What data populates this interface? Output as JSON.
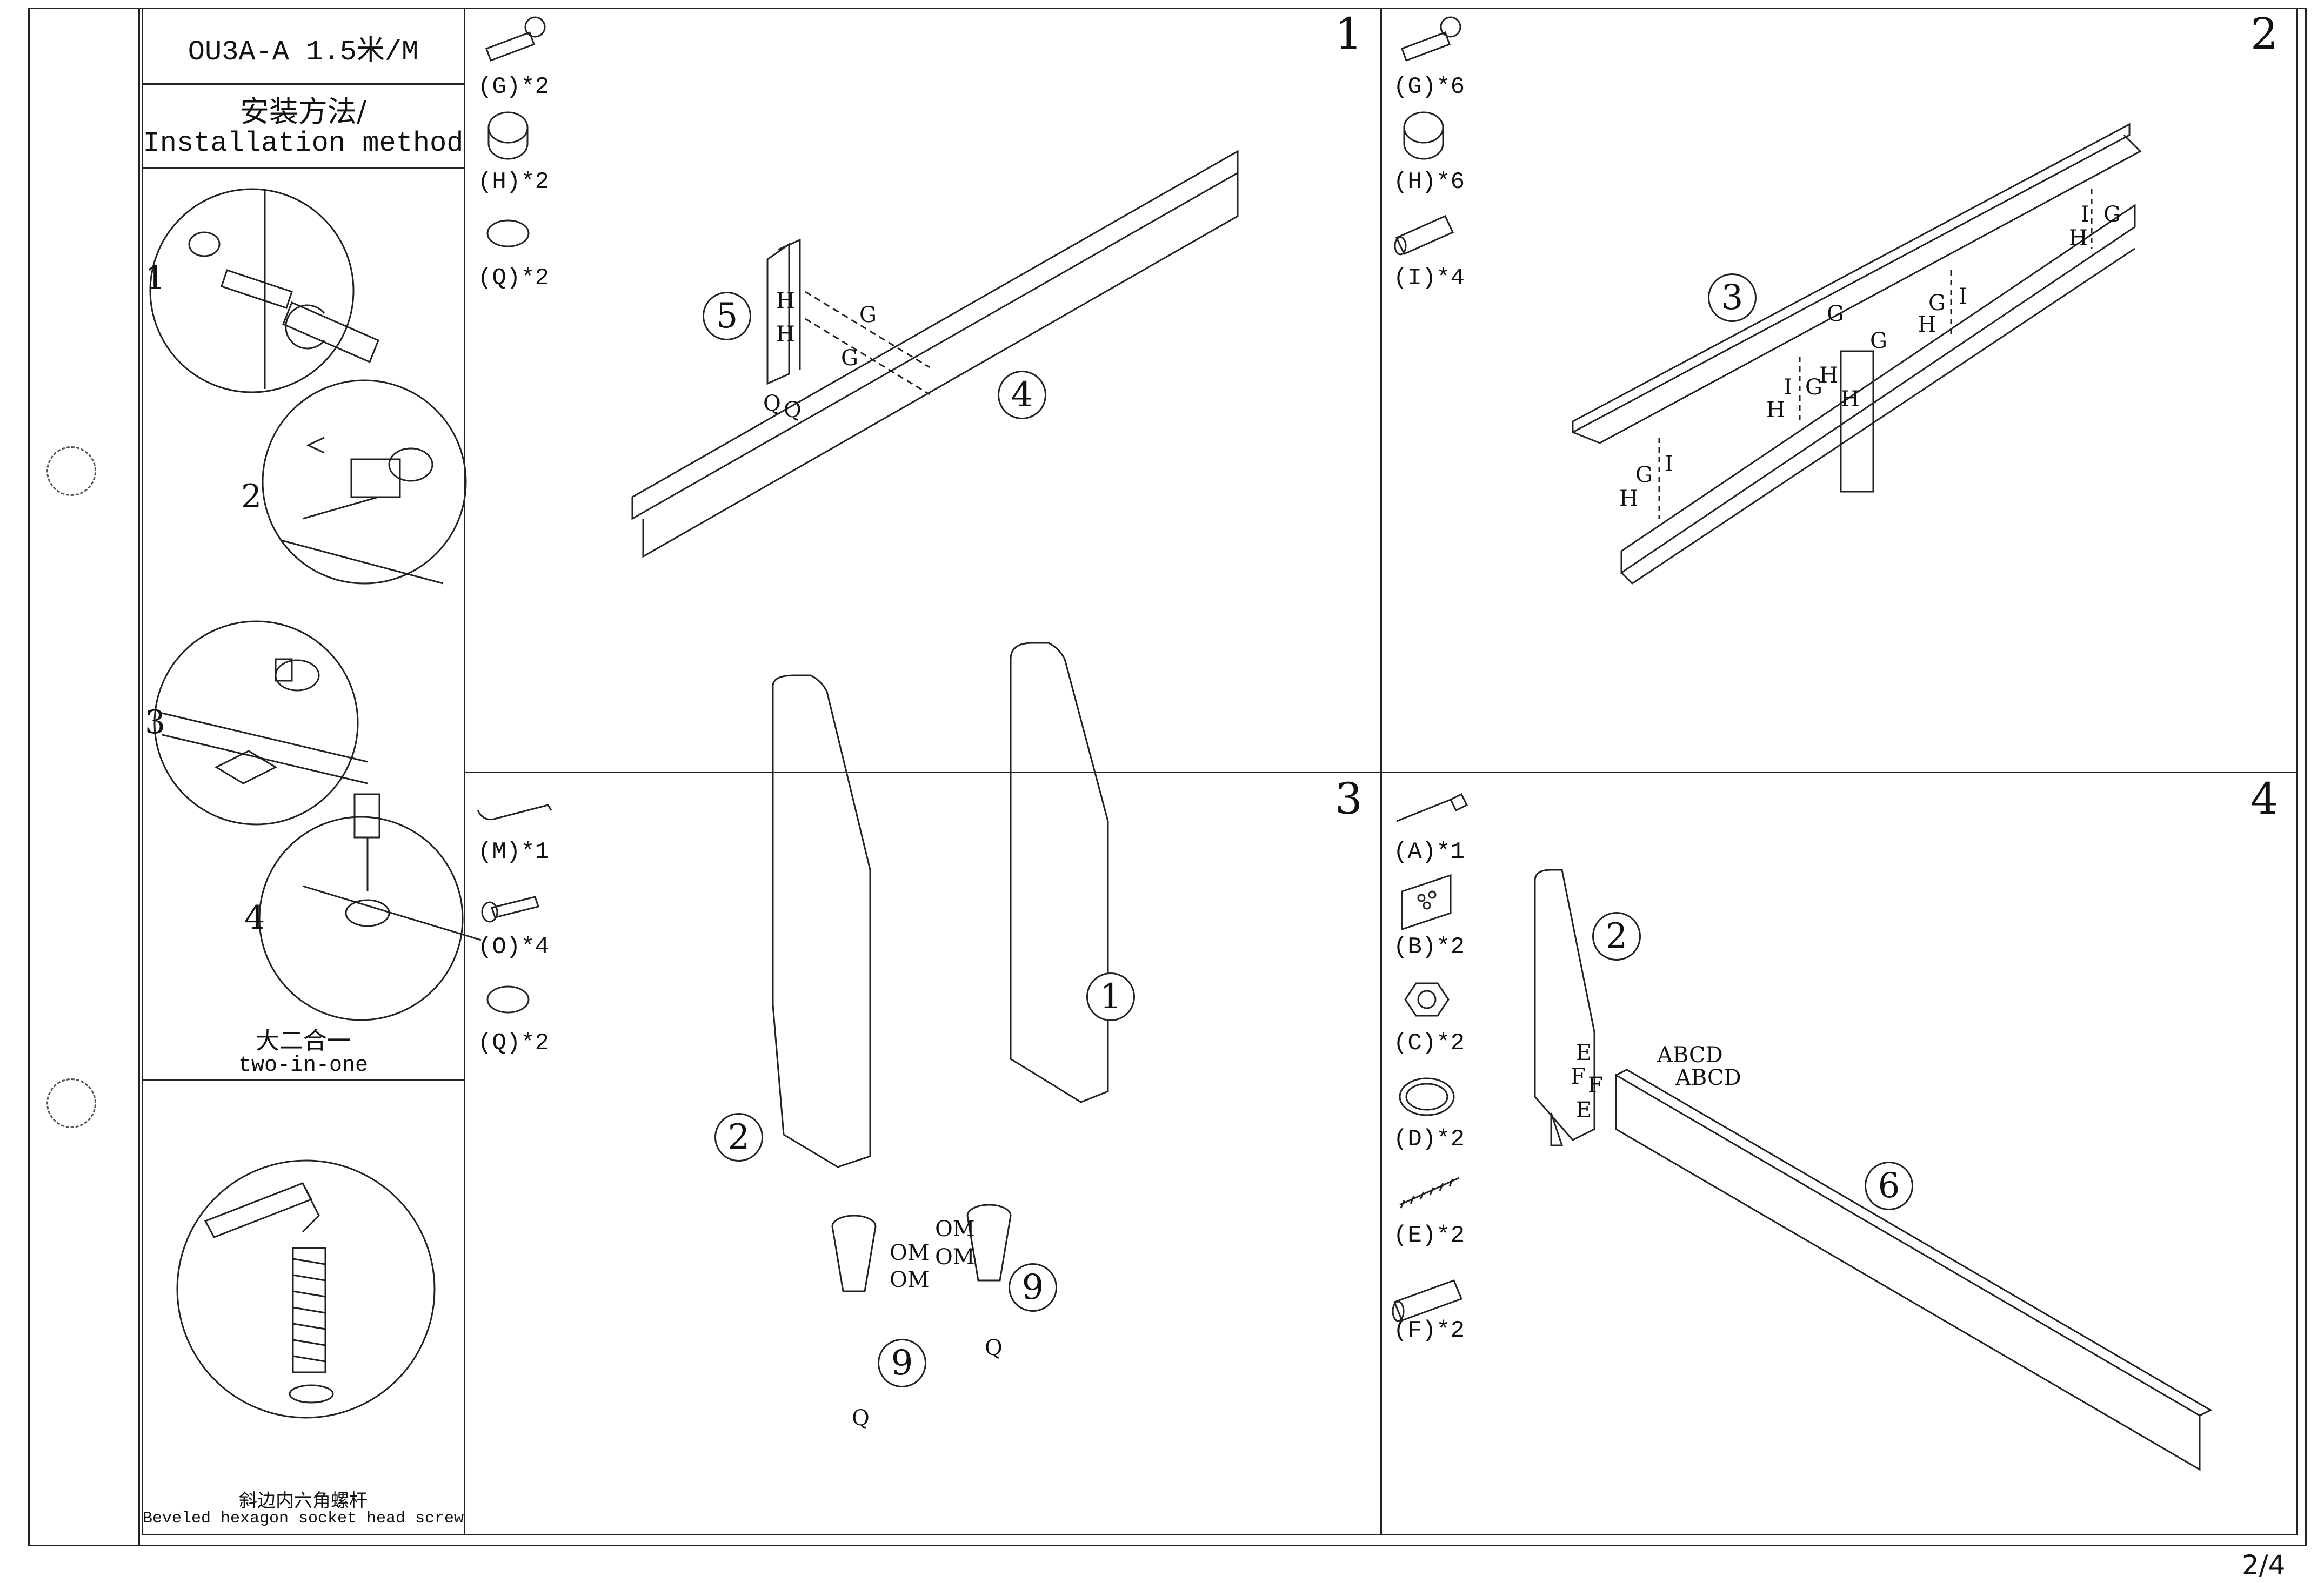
{
  "header": {
    "model": "OU3A-A 1.5米/M",
    "method_cn": "安装方法/",
    "method_en": "Installation method"
  },
  "method_steps": [
    "1",
    "2",
    "3",
    "4"
  ],
  "two_in_one": {
    "cn": "大二合一",
    "en": "two-in-one"
  },
  "screw_caption": {
    "cn": "斜边内六角螺杆",
    "en": "Beveled hexagon socket head screw"
  },
  "steps": [
    {
      "number": "1",
      "parts": [
        "(G)*2",
        "(H)*2",
        "(Q)*2"
      ],
      "callouts": [
        "5",
        "4"
      ],
      "letters": [
        "H",
        "H",
        "G",
        "G",
        "Q",
        "Q"
      ]
    },
    {
      "number": "2",
      "parts": [
        "(G)*6",
        "(H)*6",
        "(I)*4"
      ],
      "callouts": [
        "3"
      ],
      "letters": [
        "G",
        "G",
        "H",
        "I",
        "G",
        "H",
        "I",
        "G",
        "H",
        "H",
        "I",
        "H",
        "G",
        "I",
        "G",
        "H"
      ]
    },
    {
      "number": "3",
      "parts": [
        "(M)*1",
        "(O)*4",
        "(Q)*2"
      ],
      "callouts": [
        "2",
        "1",
        "9",
        "9"
      ],
      "letters": [
        "OM",
        "OM",
        "OM",
        "OM",
        "Q",
        "Q"
      ]
    },
    {
      "number": "4",
      "parts": [
        "(A)*1",
        "(B)*2",
        "(C)*2",
        "(D)*2",
        "(E)*2",
        "(F)*2"
      ],
      "callouts": [
        "2",
        "6"
      ],
      "letters": [
        "E",
        "F",
        "F",
        "E",
        "ABCD",
        "ABCD"
      ]
    }
  ],
  "page_number": "2/4"
}
